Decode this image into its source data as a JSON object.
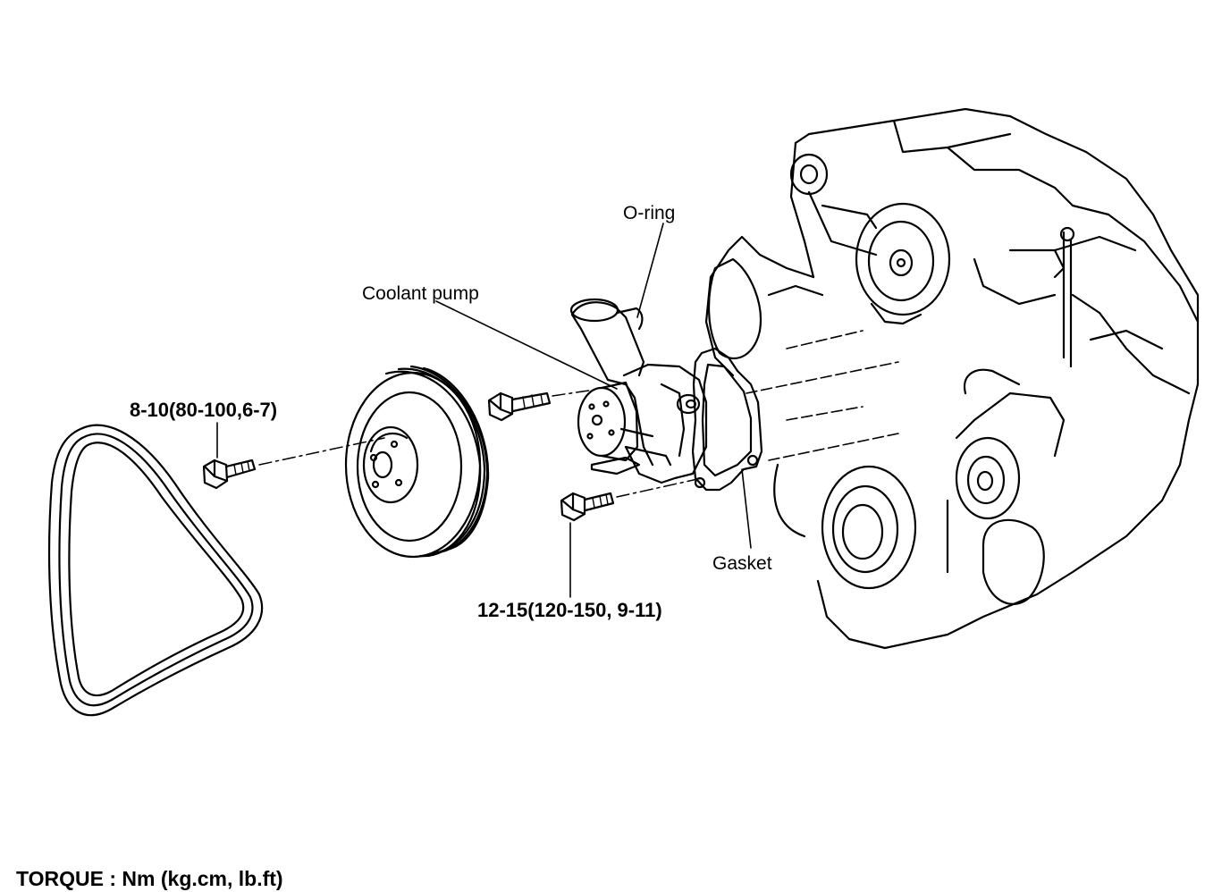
{
  "labels": {
    "o_ring": "O-ring",
    "coolant_pump": "Coolant pump",
    "gasket": "Gasket",
    "pulley_bolt_torque": "8-10(80-100,6-7)",
    "pump_bolt_torque": "12-15(120-150, 9-11)",
    "torque_units": "TORQUE : Nm (kg.cm, lb.ft)"
  },
  "colors": {
    "ink": "#000000",
    "paper": "#ffffff"
  }
}
